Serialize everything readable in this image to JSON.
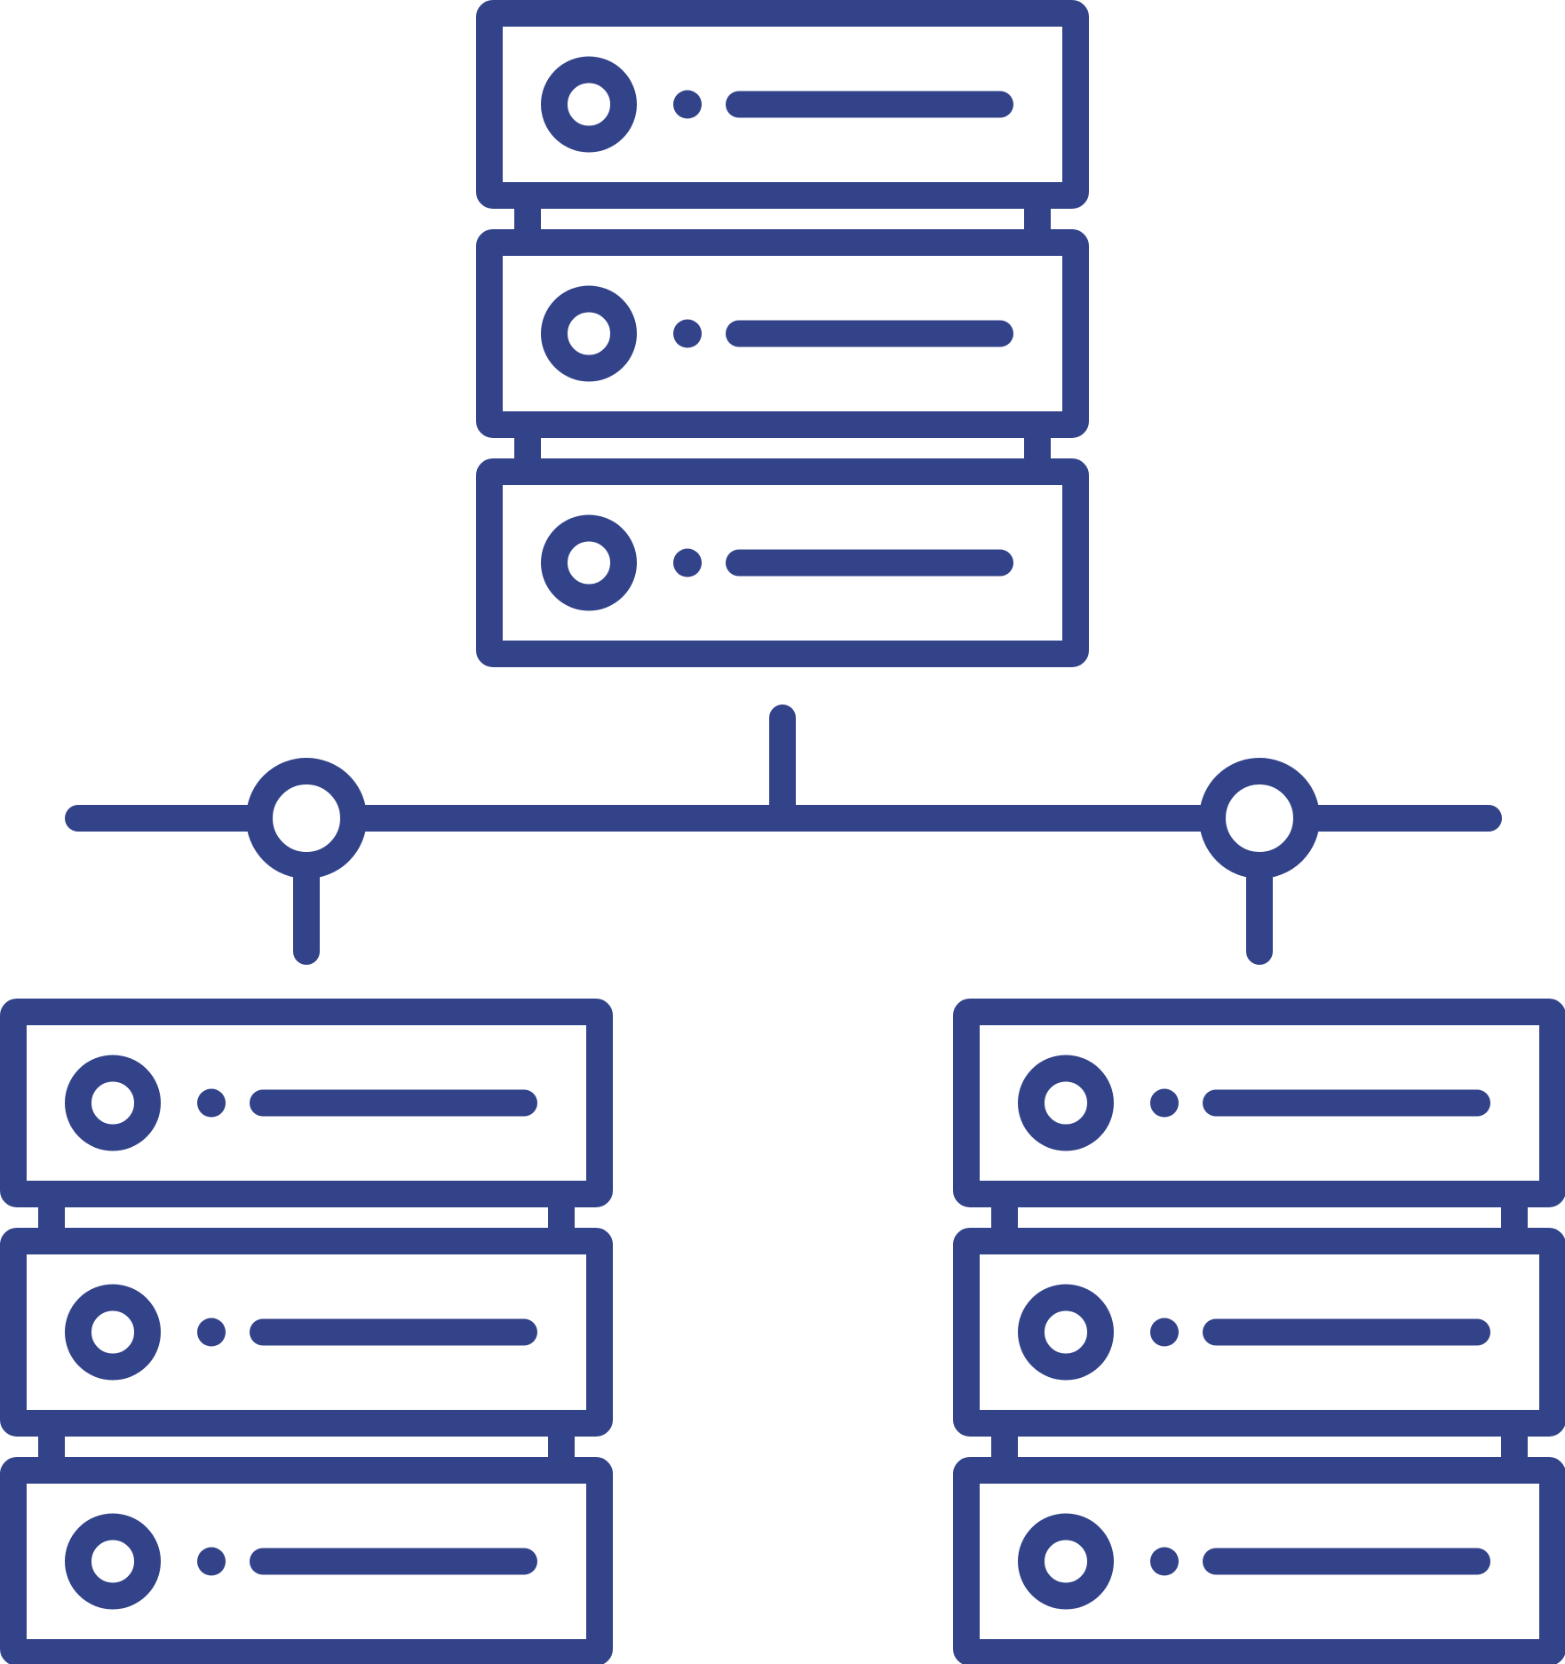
{
  "illustration": {
    "icon": "server-network-icon",
    "stroke_color": "#33438a",
    "background": "#ffffff",
    "racks": [
      {
        "id": "top",
        "units": 3
      },
      {
        "id": "bottom-left",
        "units": 3
      },
      {
        "id": "bottom-right",
        "units": 3
      }
    ]
  }
}
